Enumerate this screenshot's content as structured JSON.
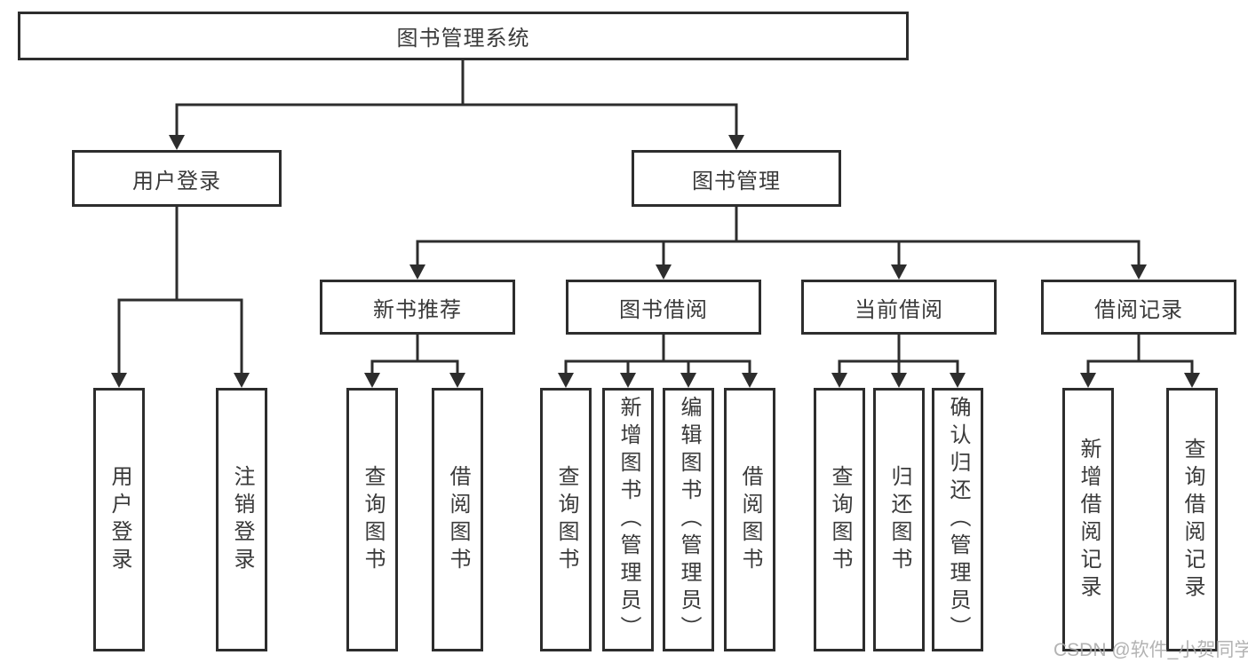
{
  "diagram": {
    "root": {
      "label": "图书管理系统"
    },
    "level2": [
      {
        "label": "用户登录"
      },
      {
        "label": "图书管理"
      }
    ],
    "level3": [
      {
        "label": "新书推荐"
      },
      {
        "label": "图书借阅"
      },
      {
        "label": "当前借阅"
      },
      {
        "label": "借阅记录"
      }
    ],
    "leaves": {
      "user_login": [
        "用户登录",
        "注销登录"
      ],
      "new_book_recommend": [
        "查询图书",
        "借阅图书"
      ],
      "book_borrow": [
        "查询图书",
        "新增图书（管理员）",
        "编辑图书（管理员）",
        "借阅图书"
      ],
      "current_borrow": [
        "查询图书",
        "归还图书",
        "确认归还（管理员）"
      ],
      "borrow_records": [
        "新增借阅记录",
        "查询借阅记录"
      ]
    }
  },
  "watermark": {
    "text": "CSDN @软件_小贺同学"
  },
  "colors": {
    "line": "#2d2d2d",
    "box_border": "#2d2d2d",
    "text": "#3a3a3a",
    "background": "#ffffff",
    "watermark": "#a8a8a8"
  }
}
